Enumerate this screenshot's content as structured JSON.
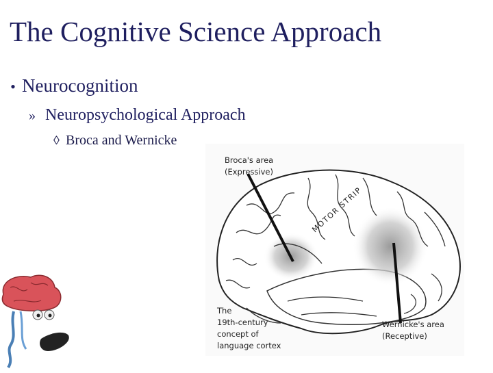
{
  "slide": {
    "title": "The Cognitive Science Approach",
    "bullets": {
      "level1": {
        "marker": "•",
        "text": "Neurocognition"
      },
      "level2": {
        "marker": "»",
        "text": "Neuropsychological Approach"
      },
      "level3": {
        "marker": "◊",
        "text": "Broca and Wernicke"
      }
    }
  },
  "figure": {
    "broca_label": "Broca's area\n(Expressive)",
    "motor_strip_label": "MOTOR STRIP",
    "wernicke_label": "Wernicke's area\n(Receptive)",
    "caption": "The\n19th-century\nconcept of\nlanguage cortex"
  },
  "colors": {
    "text": "#1f1f5f"
  }
}
